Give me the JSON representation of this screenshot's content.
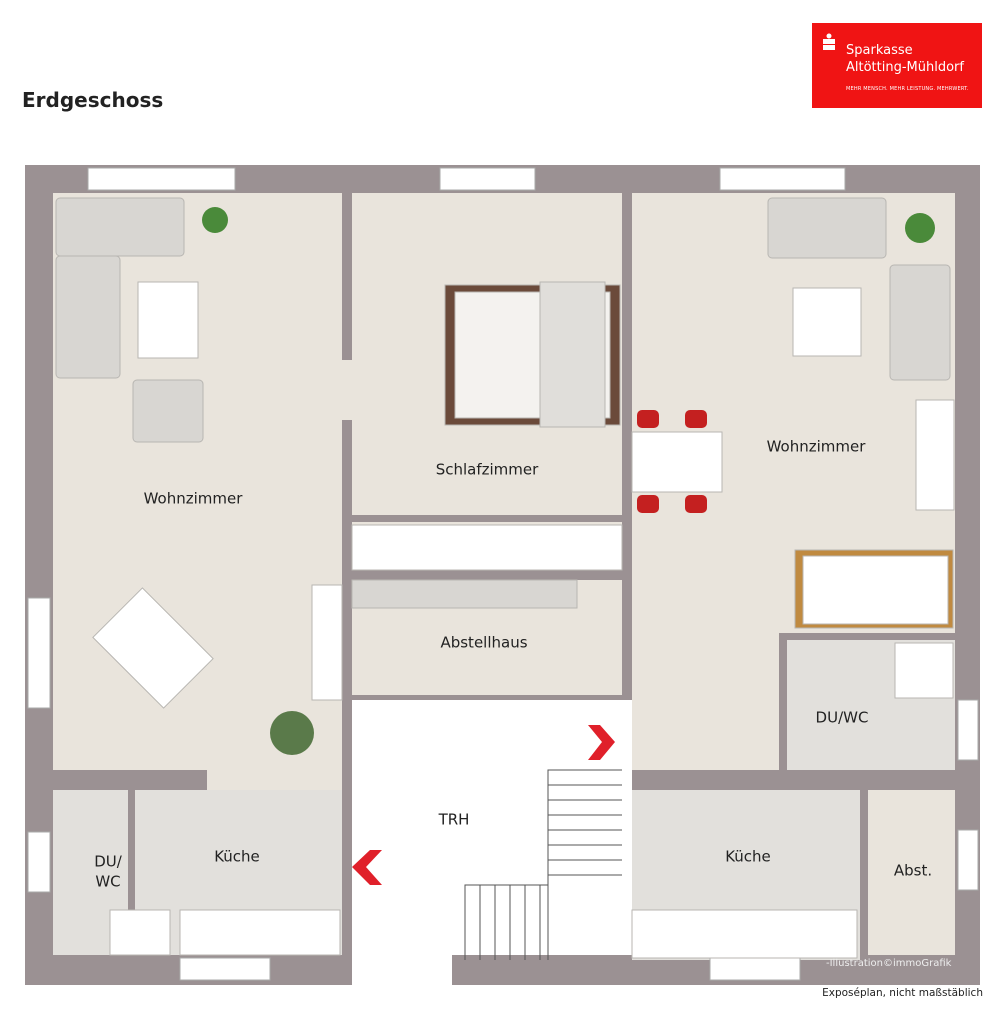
{
  "title": "Erdgeschoss",
  "logo": {
    "line1": "Sparkasse",
    "line2": "Altötting-Mühldorf",
    "slogan": "MEHR MENSCH. MEHR LEISTUNG. MEHRWERT.",
    "color": "#f01414"
  },
  "rooms": {
    "wohnzimmer_left": "Wohnzimmer",
    "schlafzimmer": "Schlafzimmer",
    "wohnzimmer_right": "Wohnzimmer",
    "abstellhaus": "Abstellhaus",
    "duwc_right": "DU/WC",
    "trh": "TRH",
    "duwc_left": "DU/\nWC",
    "kueche_left": "Küche",
    "kueche_right": "Küche",
    "abst": "Abst."
  },
  "credit": "-Illustration©immoGrafik",
  "footer": "Exposéplan, nicht maßstäblich",
  "colors": {
    "wall": "#9b9193",
    "floor": "#e9e4dc",
    "tile": "#e2e0dc",
    "accent": "#e0202a"
  }
}
